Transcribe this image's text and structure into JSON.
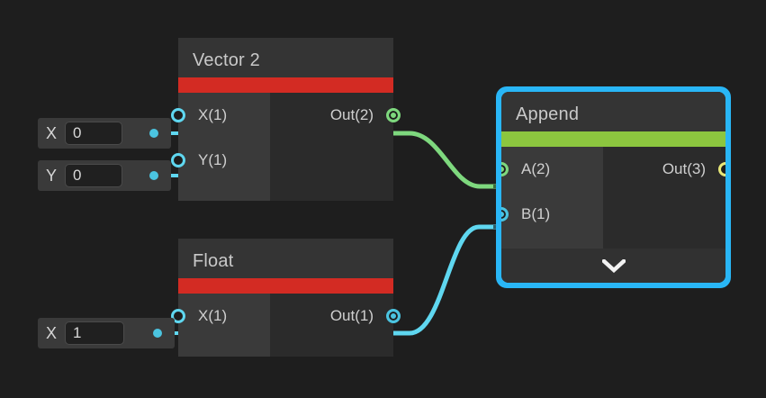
{
  "canvas": {
    "background": "#1e1e1e",
    "title": "shader-node-graph"
  },
  "colors": {
    "selection": "#29b6f6",
    "accent_red": "#d32b23",
    "accent_green": "#8cc63f",
    "wire_green": "#7ed87e",
    "wire_cyan": "#5fd7f0",
    "port_yellow": "#e8e878",
    "node_header": "#343434",
    "node_body": "#2b2b2b",
    "node_input_col": "#3a3a3a"
  },
  "nodes": [
    {
      "id": "vector2",
      "title": "Vector 2",
      "accent": "#d32b23",
      "selected": false,
      "inputs": [
        {
          "label": "X(1)",
          "port": "ring-cyan"
        },
        {
          "label": "Y(1)",
          "port": "ring-cyan"
        }
      ],
      "outputs": [
        {
          "label": "Out(2)",
          "port": "dot-green"
        }
      ]
    },
    {
      "id": "float",
      "title": "Float",
      "accent": "#d32b23",
      "selected": false,
      "inputs": [
        {
          "label": "X(1)",
          "port": "ring-cyan"
        }
      ],
      "outputs": [
        {
          "label": "Out(1)",
          "port": "dot-cyan"
        }
      ]
    },
    {
      "id": "append",
      "title": "Append",
      "accent": "#8cc63f",
      "selected": true,
      "inputs": [
        {
          "label": "A(2)",
          "port": "dot-green"
        },
        {
          "label": "B(1)",
          "port": "dot-cyan"
        }
      ],
      "outputs": [
        {
          "label": "Out(3)",
          "port": "ring-yellow"
        }
      ],
      "footer_icon": "chevron-down-icon"
    }
  ],
  "properties": [
    {
      "id": "vector2-x",
      "label": "X",
      "value": "0"
    },
    {
      "id": "vector2-y",
      "label": "Y",
      "value": "0"
    },
    {
      "id": "float-x",
      "label": "X",
      "value": "1"
    }
  ],
  "connections": [
    {
      "from": "vector2.Out(2)",
      "to": "append.A(2)",
      "color": "#7ed87e"
    },
    {
      "from": "float.Out(1)",
      "to": "append.B(1)",
      "color": "#5fd7f0"
    },
    {
      "from": "prop.vector2-x",
      "to": "vector2.X(1)",
      "color": "#5fd7f0"
    },
    {
      "from": "prop.vector2-y",
      "to": "vector2.Y(1)",
      "color": "#5fd7f0"
    },
    {
      "from": "prop.float-x",
      "to": "float.X(1)",
      "color": "#5fd7f0"
    }
  ]
}
